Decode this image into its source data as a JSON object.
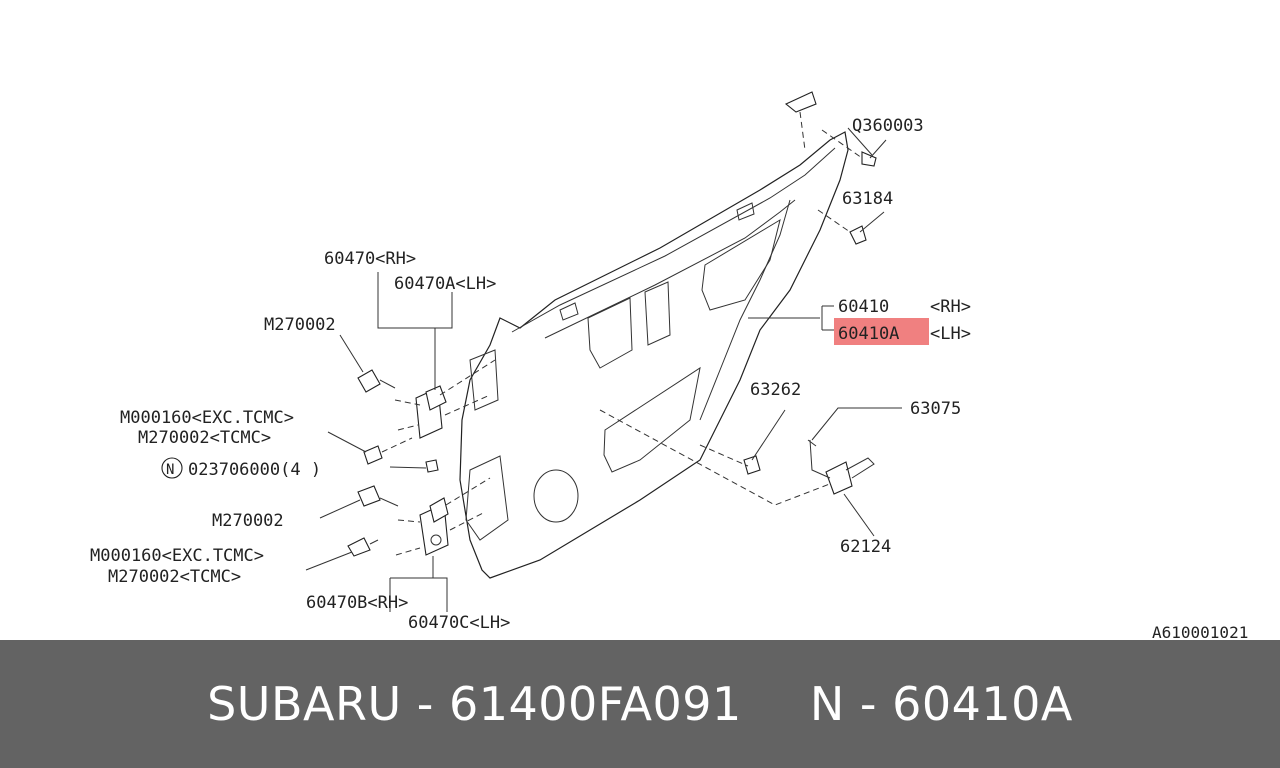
{
  "diagram": {
    "ref_code": "A610001021",
    "labels": {
      "q360003": "Q360003",
      "p63184": "63184",
      "p60470_rh": "60470<RH>",
      "p60470a_lh": "60470A<LH>",
      "m270002_top": "M270002",
      "p60410_num": "60410",
      "p60410_rh": "<RH>",
      "p60410a_num": "60410A",
      "p60410a_lh": "<LH>",
      "m000160_top": "M000160<EXC.TCMC>",
      "m270002_tcmc_top": "M270002<TCMC>",
      "n_circle": "N",
      "n023706000": "023706000(4 )",
      "p63262": "63262",
      "p63075": "63075",
      "m270002_mid": "M270002",
      "m000160_bot": "M000160<EXC.TCMC>",
      "m270002_tcmc_bot": "M270002<TCMC>",
      "p62124": "62124",
      "p60470b_rh": "60470B<RH>",
      "p60470c_lh": "60470C<LH>"
    },
    "highlight_color": "#f08080"
  },
  "footer": {
    "brand_part": "SUBARU - 61400FA091",
    "ref_part": "N - 60410A"
  },
  "colors": {
    "footer_bg": "#636363",
    "footer_text": "#ffffff",
    "line": "#222222"
  }
}
